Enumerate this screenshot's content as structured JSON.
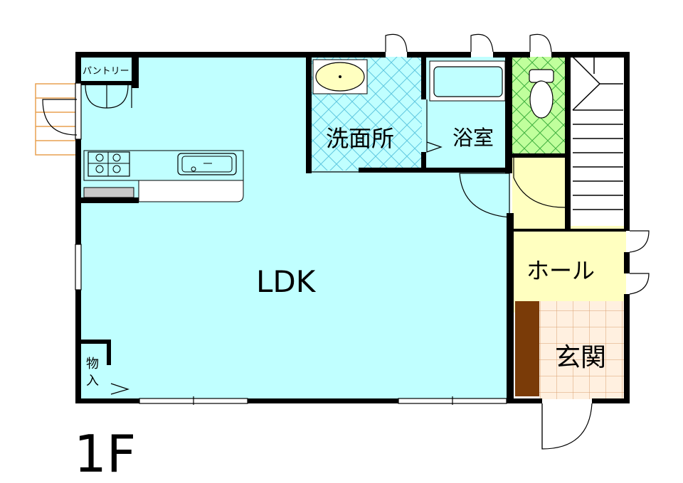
{
  "floor_label": "1F",
  "rooms": {
    "ldk": "LDK",
    "washroom": "洗面所",
    "bathroom": "浴室",
    "hall": "ホール",
    "entrance": "玄関",
    "pantry": "パントリー",
    "storage_line1": "物",
    "storage_line2": "入"
  },
  "colors": {
    "ldk": "#c0ffff",
    "hall": "#ffffc0",
    "washroom": "#c0ffff",
    "bathroom": "#c0ffff",
    "toilet": "#c0ff9c",
    "entrance_tile": "#fff0e0",
    "wall": "#000000",
    "shoe_cabinet": "#7a3b08",
    "deck": "#e8a050"
  }
}
